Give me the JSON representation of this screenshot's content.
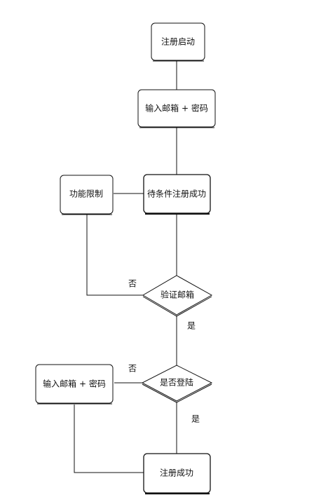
{
  "nodes": {
    "start": "注册启动",
    "input_top": "输入邮箱 + 密码",
    "pending": "待条件注册成功",
    "limited": "功能限制",
    "verify": "验证邮箱",
    "login_check": "是否登陆",
    "input_bottom": "输入邮箱 + 密码",
    "success": "注册成功"
  },
  "edges": {
    "verify_no": "否",
    "verify_yes": "是",
    "login_no": "否",
    "login_yes": "是"
  },
  "colors": {
    "stroke": "#111111",
    "fill": "#ffffff"
  }
}
